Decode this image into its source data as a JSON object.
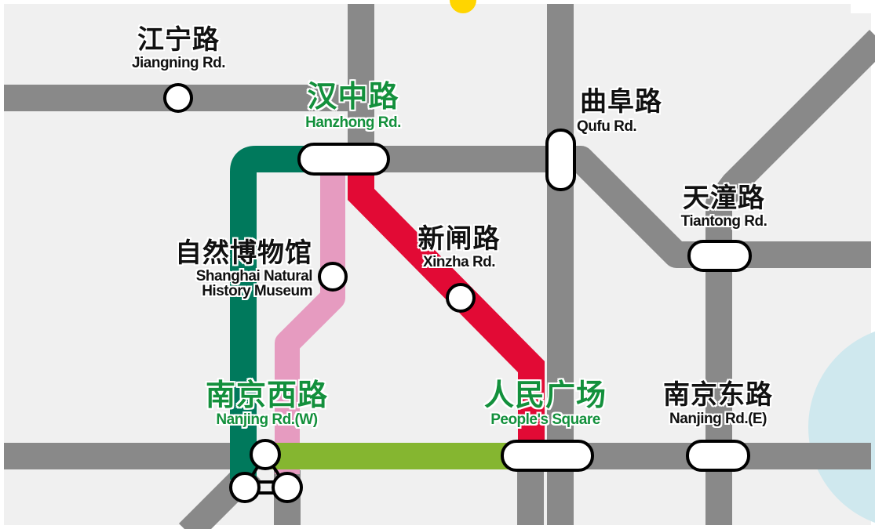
{
  "colors": {
    "background": "#f0f0f0",
    "other_lines": "#898989",
    "line_dark_green": "#00795c",
    "line_pink": "#e69bc0",
    "line_red": "#e20a35",
    "line_light_green": "#85b630",
    "transfer_label": "#13903c",
    "water": "#cfe8ee",
    "yellow_line": "#ffd500"
  },
  "stations": [
    {
      "id": "jiangning",
      "zh": "江宁路",
      "en": "Jiangning Rd.",
      "transfer": false
    },
    {
      "id": "hanzhong",
      "zh": "汉中路",
      "en": "Hanzhong Rd.",
      "transfer": true
    },
    {
      "id": "qufu",
      "zh": "曲阜路",
      "en": "Qufu Rd.",
      "transfer": false
    },
    {
      "id": "tiantong",
      "zh": "天潼路",
      "en": "Tiantong Rd.",
      "transfer": false
    },
    {
      "id": "museum",
      "zh": "自然博物馆",
      "en": "Shanghai Natural",
      "en2": "History Museum",
      "transfer": false
    },
    {
      "id": "xinzha",
      "zh": "新闸路",
      "en": "Xinzha Rd.",
      "transfer": false
    },
    {
      "id": "nanjingw",
      "zh": "南京西路",
      "en": "Nanjing Rd.(W)",
      "transfer": true
    },
    {
      "id": "peoples",
      "zh": "人民广场",
      "en": "People's Square",
      "transfer": true
    },
    {
      "id": "nanjinge",
      "zh": "南京东路",
      "en": "Nanjing Rd.(E)",
      "transfer": false
    }
  ]
}
